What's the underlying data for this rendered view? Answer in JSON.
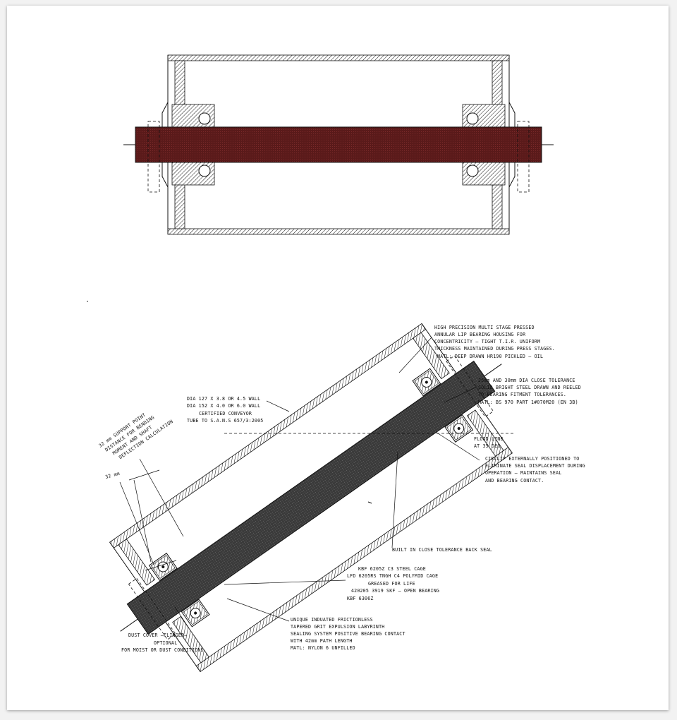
{
  "diagram": {
    "colors": {
      "shaft_top": "#5a1a1a",
      "shaft_bottom": "#3a3a3a",
      "line": "#111111"
    },
    "callouts": {
      "housing": [
        "HIGH PRECISION MULTI STAGE PRESSED",
        "ANNULAR LIP BEARING HOUSING FOR",
        "CONCENTRICITY – TIGHT T.I.R. UNIFORM",
        "THICKNESS MAINTAINED DURING PRESS STAGES.",
        "MATL: DEEP DRAWN HR190 PICKLED – OIL"
      ],
      "shaft": [
        "25mm AND 30mm DIA CLOSE TOLERANCE",
        "SOLID BRIGHT STEEL DRAWN AND REELED",
        "TO BEARING FITMENT TOLERANCES.",
        "MATL: BS 970 PART 1#070M20 (EN 3B)"
      ],
      "tube": [
        "DIA 127 X 3.8 OR 4.5 WALL",
        "DIA 152 X 4.0 OR 6.0 WALL",
        "CERTIFIED CONVEYOR",
        "TUBE TO S.A.N.S 657/3:2005"
      ],
      "support": [
        "32 mm SUPPORT POINT",
        "DISTANCE FOR BENDING",
        "MOMENT AND SHAFT",
        "DEFLECTION CALCULATION"
      ],
      "dimension": "32 mm",
      "flood": [
        "FLOOD LINE",
        "AT 35 DEG"
      ],
      "circlip": [
        "CIRCLIP EXTERNALLY POSITIONED TO",
        "ELIMINATE SEAL DISPLACEMENT DURING",
        "OPERATION – MAINTAINS SEAL",
        "AND BEARING CONTACT."
      ],
      "backseal": "BUILT IN CLOSE TOLERANCE BACK SEAL",
      "bearing": [
        "KBF 6205Z C3 STEEL CAGE",
        "LFD 6205RS TNGH C4 POLYMID CAGE",
        "GREASED FOR LIFE",
        "420205 3919 SKF – OPEN BEARING",
        "KBF 6306Z"
      ],
      "labyrinth": [
        "UNIQUE INDUATED FRICTIONLESS",
        "TAPERED GRIT EXPULSION LABYRINTH",
        "SEALING SYSTEM POSITIVE BEARING CONTACT",
        "WITH 42mm PATH LENGTH",
        "MATL: NYLON 6 UNFILLED"
      ],
      "dustcover": [
        "DUST COVER –FLINGER–",
        "OPTIONAL",
        "FOR MOIST OR DUST CONDITIONS"
      ]
    }
  }
}
